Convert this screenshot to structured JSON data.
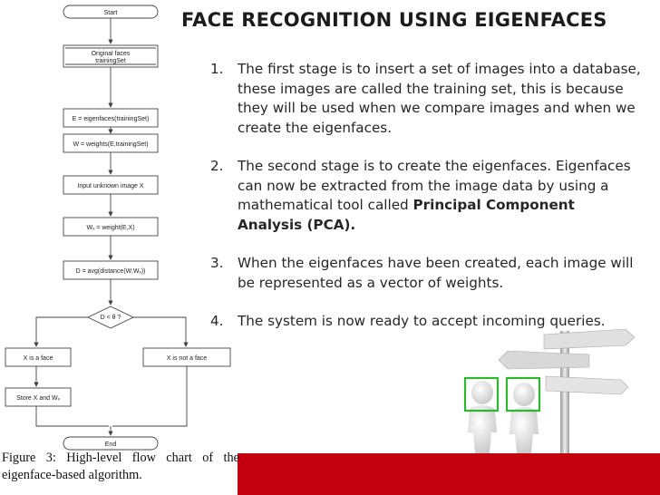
{
  "title": "FACE RECOGNITION USING EIGENFACES",
  "steps": [
    {
      "num": "1.",
      "text": "The first stage is to insert a set of images into a database, these images are called the training set, this is because they will be used when we compare images and when we create the eigenfaces."
    },
    {
      "num": "2.",
      "text_before": "The second stage is to create the eigenfaces. Eigenfaces can now be extracted from the image data by using a mathematical tool called ",
      "text_bold": "Principal Component Analysis (PCA)."
    },
    {
      "num": "3.",
      "text": "When the eigenfaces have been created, each image will be represented as a vector of weights."
    },
    {
      "num": "4.",
      "text": "The system is now ready to accept incoming queries."
    }
  ],
  "flowchart": {
    "start": "Start",
    "original_faces_line1": "Original faces",
    "original_faces_line2": "trainingSet",
    "eigenfaces": "E = eigenfaces(trainingSet)",
    "weights": "W = weights(E,trainingSet)",
    "input": "Input unknown image X",
    "wx": "Wₓ = weight(E,X)",
    "distance": "D = avg(distance(W,Wₓ))",
    "decision": "D < θ ?",
    "is_face": "X is a face",
    "not_face": "X is not a face",
    "store": "Store X and Wₓ",
    "end": "End"
  },
  "caption": "Figure 3: High-level flow chart of the eigenface-based algorithm.",
  "colors": {
    "accent_bar": "#c3000e",
    "face_box": "#2fb52f"
  }
}
